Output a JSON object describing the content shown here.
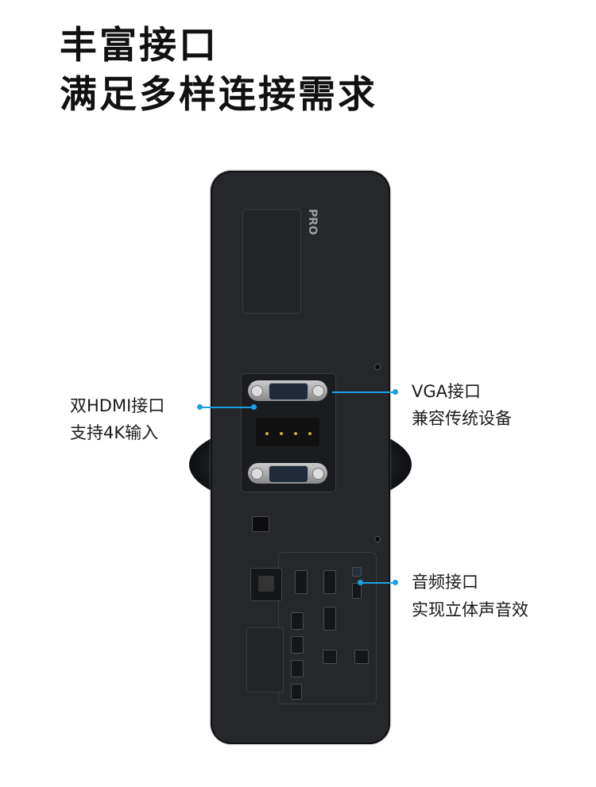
{
  "headline": {
    "line1": "丰富接口",
    "line2": "满足多样连接需求"
  },
  "callouts": {
    "hdmi": {
      "title": "双HDMI接口",
      "desc": "支持4K输入"
    },
    "vga": {
      "title": "VGA接口",
      "desc": "兼容传统设备"
    },
    "audio": {
      "title": "音频接口",
      "desc": "实现立体声音效"
    }
  },
  "device": {
    "badge": "PRO"
  },
  "accent_color": "#1aa0e0"
}
